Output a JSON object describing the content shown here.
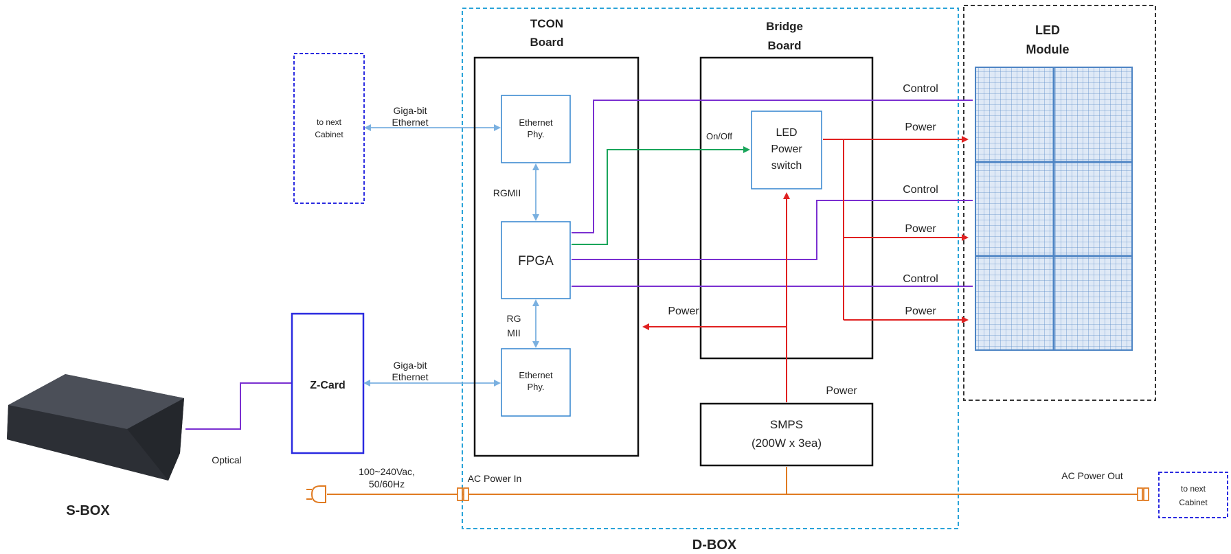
{
  "colors": {
    "dbox_border": "#29a3d8",
    "lan": "#7ab0e0",
    "control": "#7a2fd0",
    "onoff": "#19a55a",
    "power": "#e02020",
    "ac": "#e07a20",
    "next_cabinet": "#2a2ae0",
    "zcard": "#2a2ae0",
    "led_grid": "#4d84c4",
    "dbox_label": "#a0a0a0"
  },
  "sbox": {
    "label": "S-BOX",
    "icon": "set-top-box-icon"
  },
  "optical_label": "Optical",
  "zcard": {
    "label": "Z-Card"
  },
  "next_cabinet_top": {
    "line1": "to next",
    "line2": "Cabinet"
  },
  "next_cabinet_right": {
    "line1": "to next",
    "line2": "Cabinet"
  },
  "gigabit_top": {
    "line1": "Giga-bit",
    "line2": "Ethernet"
  },
  "gigabit_bottom": {
    "line1": "Giga-bit",
    "line2": "Ethernet"
  },
  "tcon": {
    "title_line1": "TCON",
    "title_line2": "Board",
    "eth_top": {
      "line1": "Ethernet",
      "line2": "Phy."
    },
    "eth_bottom": {
      "line1": "Ethernet",
      "line2": "Phy."
    },
    "rgmii_top": "RGMII",
    "rgmii_bottom_line1": "RG",
    "rgmii_bottom_line2": "MII",
    "fpga": "FPGA"
  },
  "bridge": {
    "title_line1": "Bridge",
    "title_line2": "Board",
    "switch": {
      "line1": "LED",
      "line2": "Power",
      "line3": "switch"
    },
    "onoff": "On/Off"
  },
  "smps": {
    "line1": "SMPS",
    "line2": "(200W x 3ea)"
  },
  "led_module": {
    "title_line1": "LED",
    "title_line2": "Module"
  },
  "signals": {
    "control_1": "Control",
    "power_1": "Power",
    "control_2": "Control",
    "power_2": "Power",
    "control_3": "Control",
    "power_3": "Power",
    "power_to_tcon": "Power",
    "power_from_smps": "Power"
  },
  "ac_in": {
    "voltage_line1": "100~240Vac,",
    "voltage_line2": "50/60Hz",
    "label": "AC Power In",
    "plug_icon": "power-plug-icon"
  },
  "ac_out": {
    "label": "AC Power Out"
  },
  "dbox_label": "D-BOX"
}
